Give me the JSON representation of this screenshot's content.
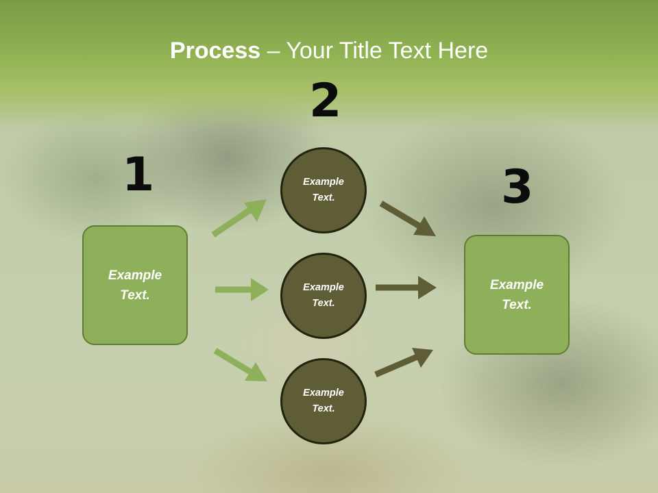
{
  "title": {
    "bold": "Process",
    "rest": " – Your Title Text Here"
  },
  "numbers": {
    "one": "1",
    "two": "2",
    "three": "3"
  },
  "left_box": {
    "text": "Example\nText."
  },
  "right_box": {
    "text": "Example\nText."
  },
  "circles": [
    {
      "text": "Example\nText."
    },
    {
      "text": "Example\nText."
    },
    {
      "text": "Example\nText."
    }
  ],
  "colors": {
    "box_fill": "#8fb05a",
    "circle_fill": "#5e5d35",
    "light_arrow": "#8fb05a",
    "dark_arrow": "#5e5d35",
    "header": "#93b454"
  }
}
